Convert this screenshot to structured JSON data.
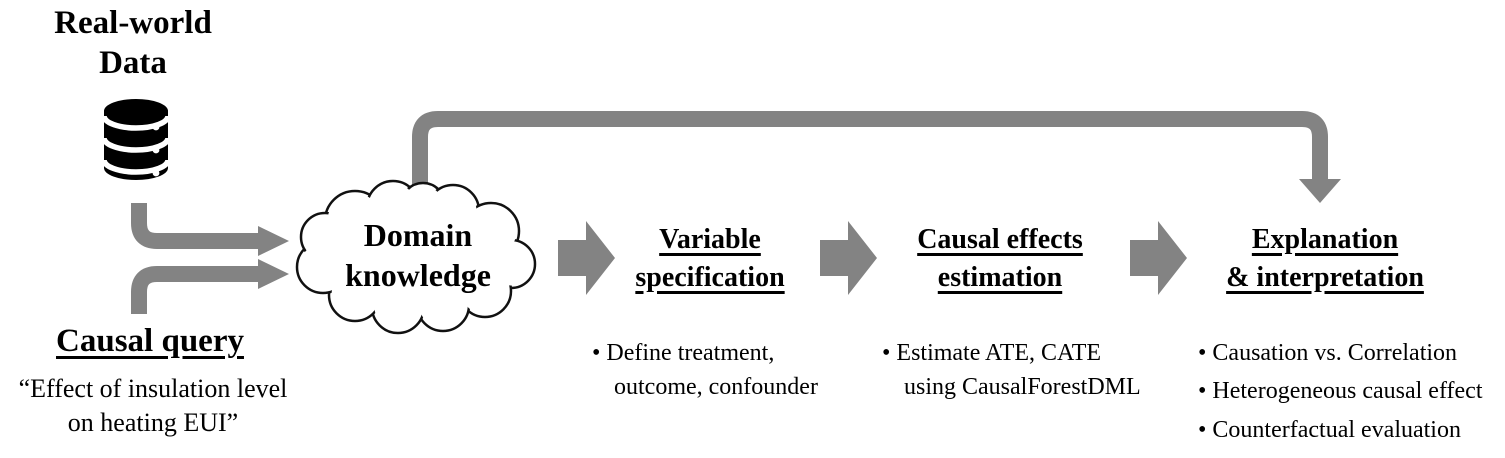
{
  "diagram": {
    "data_source": {
      "title": "Real-world\nData"
    },
    "causal_query": {
      "title": "Causal query",
      "quote": "“Effect of insulation level\non heating EUI”"
    },
    "domain_knowledge": {
      "label": "Domain\nknowledge"
    },
    "stages": [
      {
        "title": "Variable\nspecification",
        "bullets": [
          "• Define treatment,\noutcome, confounder"
        ]
      },
      {
        "title": "Causal effects\nestimation",
        "bullets": [
          "• Estimate ATE, CATE\nusing CausalForestDML"
        ]
      },
      {
        "title": "Explanation\n& interpretation",
        "bullets": [
          "• Causation vs. Correlation",
          "• Heterogeneous causal effect",
          "• Counterfactual evaluation"
        ]
      }
    ],
    "colors": {
      "arrow": "#838383",
      "text": "#000000",
      "background": "#ffffff"
    }
  }
}
